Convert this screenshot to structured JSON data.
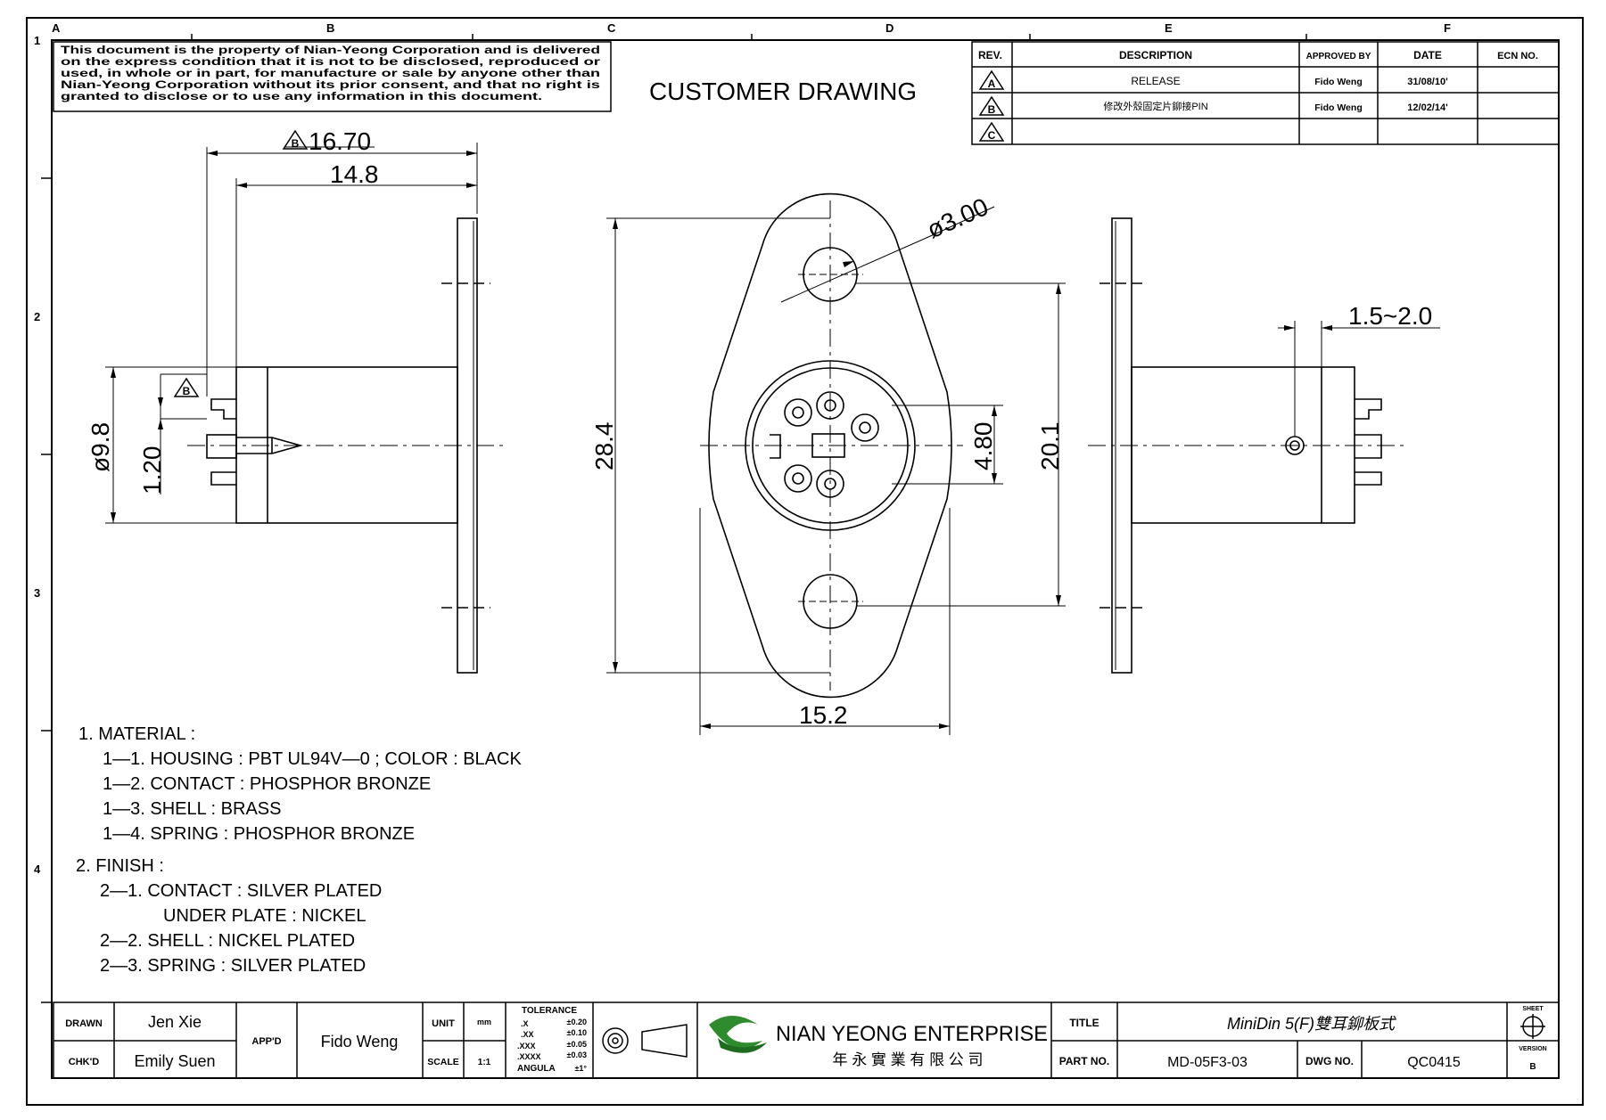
{
  "border": {
    "cols": [
      "A",
      "B",
      "C",
      "D",
      "E",
      "F"
    ],
    "rows": [
      "1",
      "2",
      "3",
      "4"
    ]
  },
  "confidentiality_notice": [
    "This document is the property of Nian-Yeong Corporation and is delivered",
    "on  the  express condition that it is not to be disclosed, reproduced or",
    "used, in whole or in part, for manufacture or sale by anyone other than",
    "Nian-Yeong Corporation without  its prior consent, and that  no right  is",
    "granted to disclose or to use any information in this  document."
  ],
  "heading": "CUSTOMER  DRAWING",
  "revision_table": {
    "headers": [
      "REV.",
      "DESCRIPTION",
      "APPROVED BY",
      "DATE",
      "ECN NO."
    ],
    "rows": [
      {
        "rev": "A",
        "description": "RELEASE",
        "approved_by": "Fido Weng",
        "date": "31/08/10'",
        "ecn": ""
      },
      {
        "rev": "B",
        "description": "修改外殼固定片鉚接PIN",
        "approved_by": "Fido Weng",
        "date": "12/02/14'",
        "ecn": ""
      },
      {
        "rev": "C",
        "description": "",
        "approved_by": "",
        "date": "",
        "ecn": ""
      }
    ]
  },
  "dimensions": {
    "overall_length": "16.70",
    "body_length": "14.8",
    "rev_marker": "B",
    "outer_diameter": "ø9.8",
    "pin_offset": "1.20",
    "flange_height": "28.4",
    "mount_hole": "ø3.00",
    "hole_spacing": "20.1",
    "pin_span": "4.80",
    "flange_width": "15.2",
    "panel_gap": "1.5~2.0"
  },
  "notes": [
    "1.  MATERIAL  :",
    "1—1.  HOUSING  :  PBT  UL94V—0  ;  COLOR  :  BLACK",
    "1—2.  CONTACT  :  PHOSPHOR  BRONZE",
    "1—3.  SHELL  :  BRASS",
    "1—4.  SPRING  :  PHOSPHOR  BRONZE",
    "2.  FINISH  :",
    "2—1.  CONTACT  :  SILVER  PLATED",
    "UNDER  PLATE  :  NICKEL",
    "2—2.  SHELL  :  NICKEL  PLATED",
    "2—3.  SPRING  :  SILVER  PLATED"
  ],
  "title_block": {
    "drawn_label": "DRAWN",
    "drawn": "Jen Xie",
    "checked_label": "CHK'D",
    "checked": "Emily Suen",
    "approved_label": "APP'D",
    "approved": "Fido Weng",
    "unit_label": "UNIT",
    "unit": "mm",
    "scale_label": "SCALE",
    "scale": "1:1",
    "tolerance_title": "TOLERANCE",
    "tolerances": [
      {
        "k": ".X",
        "v": "±0.20"
      },
      {
        "k": ".XX",
        "v": "±0.10"
      },
      {
        "k": ".XXX",
        "v": "±0.05"
      },
      {
        "k": ".XXXX",
        "v": "±0.03"
      },
      {
        "k": "ANGULA",
        "v": "±1°"
      }
    ],
    "company": "NIAN YEONG ENTERPRISE",
    "company_cn": "年 永 實 業 有 限 公 司",
    "title_label": "TITLE",
    "title": "MiniDin  5(F)雙耳鉚板式",
    "part_label": "PART NO.",
    "part_no": "MD-05F3-03",
    "dwg_label": "DWG NO.",
    "dwg_no": "QC0415",
    "sheet_label": "SHEET",
    "version_label": "VERSION",
    "version": "B"
  }
}
